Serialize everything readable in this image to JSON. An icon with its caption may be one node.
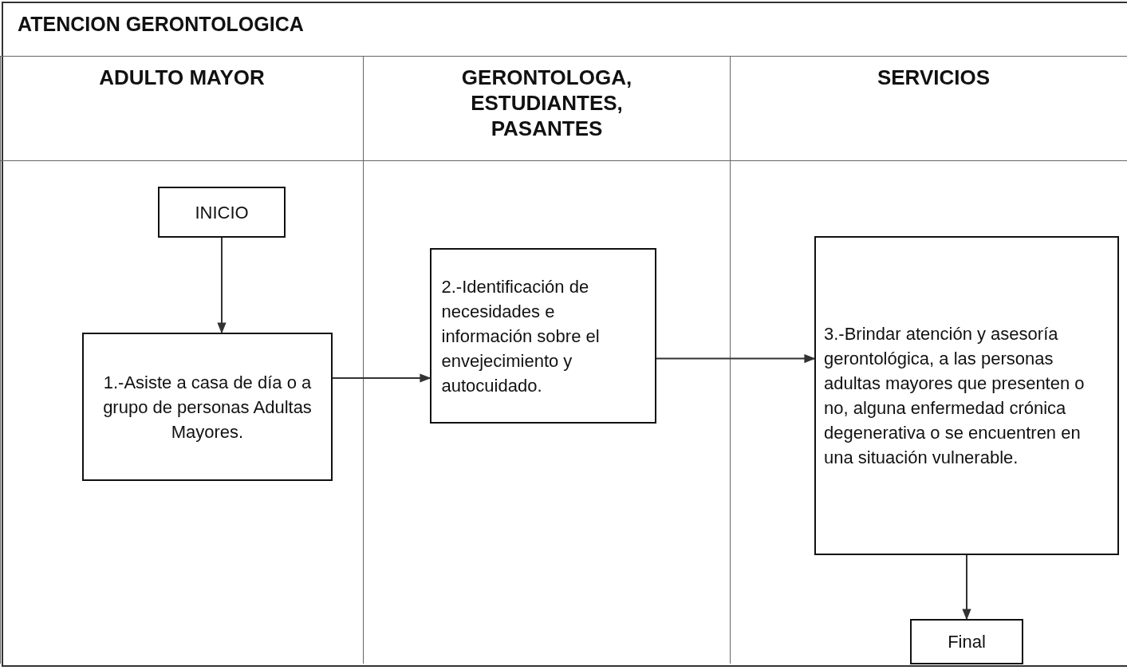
{
  "diagram": {
    "title": "ATENCION GERONTOLOGICA",
    "nodes": [
      {
        "text": [
          "ADULTO MAYOR"
        ]
      },
      {
        "text": [
          "GERONTOLOGA, ESTUDIANTES, PASANTES"
        ]
      },
      {
        "text": [
          "SERVICIOS"
        ]
      },
      {
        "text": [
          "INICIO"
        ],
        "in": 0
      },
      {
        "text": [
          "1.-Asiste a casa de día o a grupo de personas Adultas Mayores."
        ],
        "in": 0
      },
      {
        "text": [
          "2.-Identificación de necesidades e información sobre el envejecimiento y autocuidado."
        ],
        "in": 1
      },
      {
        "text": [
          "3.-Brindar atención y asesoría gerontológica, a las personas adultas mayores que presenten o no, alguna enfermedad crónica degenerativa o se encuentren en una situación vulnerable."
        ],
        "in": 2
      },
      {
        "text": [
          "Final"
        ],
        "in": 2
      }
    ],
    "edges": [
      {
        "from": 3,
        "to": 4,
        "arrow": "to"
      },
      {
        "from": 4,
        "to": 5,
        "arrow": "to"
      },
      {
        "from": 5,
        "to": 6,
        "arrow": "to"
      },
      {
        "from": 6,
        "to": 7,
        "arrow": "to"
      }
    ]
  }
}
